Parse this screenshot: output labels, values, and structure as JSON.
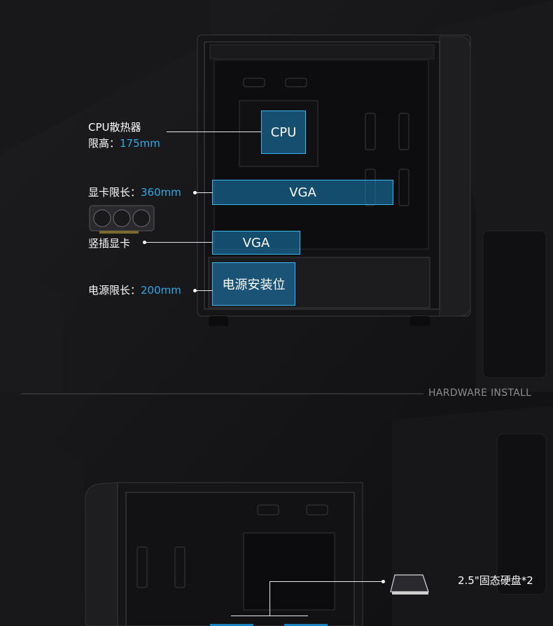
{
  "labels": {
    "cpu_cooler_title": "CPU散热器",
    "cpu_cooler_limit_prefix": "限高：",
    "cpu_cooler_limit_value": "175mm",
    "gpu_limit_prefix": "显卡限长：",
    "gpu_limit_value": "360mm",
    "vertical_gpu": "竖插显卡",
    "psu_limit_prefix": "电源限长：",
    "psu_limit_value": "200mm",
    "ssd": "2.5\"固态硬盘*2"
  },
  "boxes": {
    "cpu": "CPU",
    "vga_main": "VGA",
    "vga_vertical": "VGA",
    "psu": "电源安装位"
  },
  "section": {
    "title": "HARDWARE INSTALL"
  },
  "colors": {
    "accent": "#2fa9e6",
    "box_fill": "#1c82be",
    "background": "#141416"
  }
}
